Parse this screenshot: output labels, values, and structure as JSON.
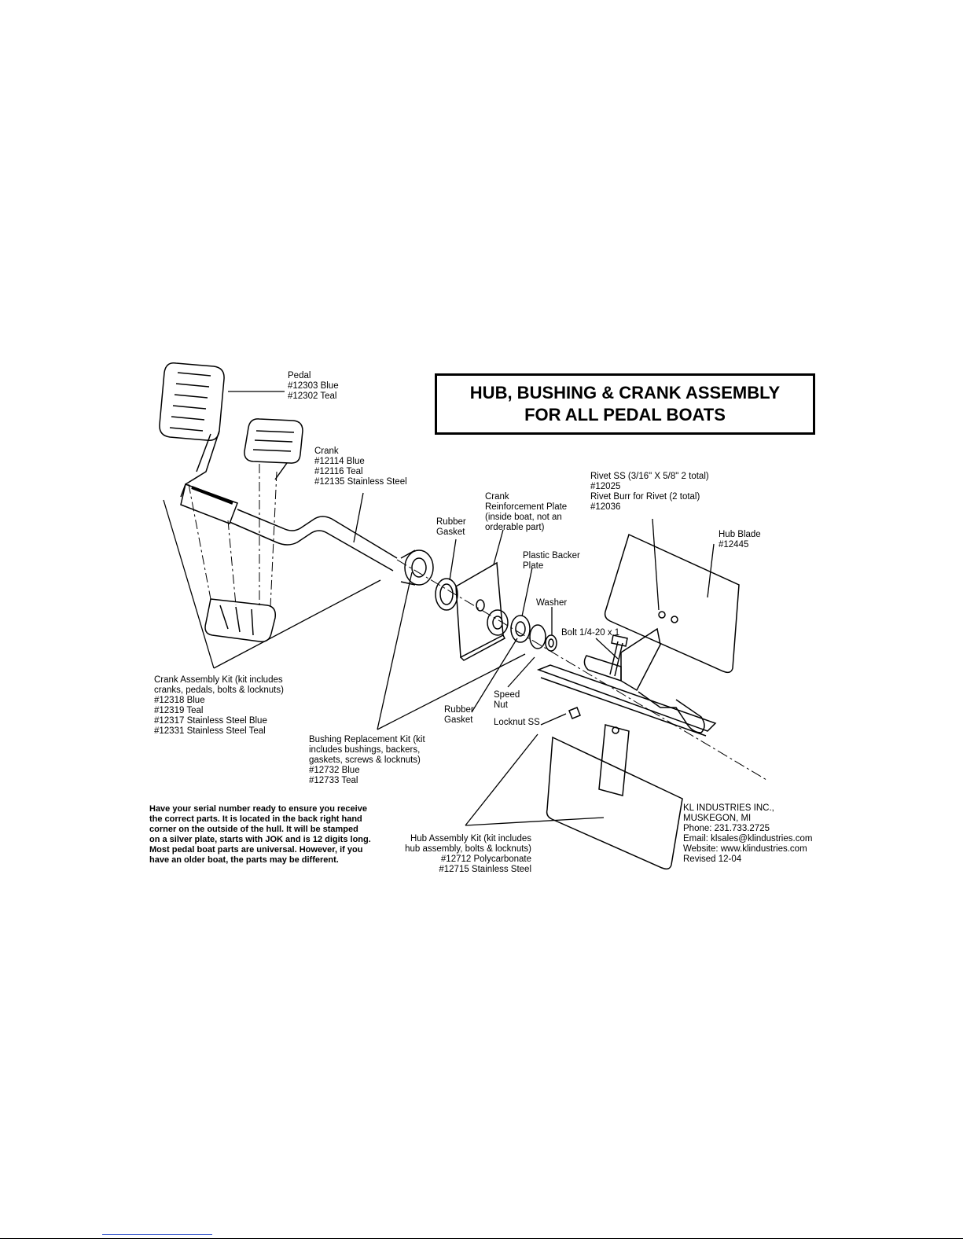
{
  "title": {
    "line1": "HUB, BUSHING & CRANK ASSEMBLY",
    "line2": "FOR ALL PEDAL BOATS"
  },
  "labels": {
    "pedal": "Pedal\n#12303 Blue\n#12302 Teal",
    "crank": "Crank\n#12114 Blue\n#12116 Teal\n#12135 Stainless Steel",
    "rubber_gasket_top": "Rubber\nGasket",
    "crank_reinforcement": "Crank\nReinforcement Plate\n(inside boat, not an\norderable part)",
    "plastic_backer": "Plastic Backer\nPlate",
    "washer": "Washer",
    "rivet": "Rivet SS (3/16\" X 5/8\"  2 total)\n#12025\nRivet Burr for Rivet (2 total)\n#12036",
    "hub_blade": "Hub Blade\n#12445",
    "bolt": "Bolt 1/4-20 x 1",
    "speed_nut": "Speed\nNut",
    "rubber_gasket_bottom": "Rubber\nGasket",
    "locknut": "Locknut SS",
    "crank_kit": "Crank Assembly Kit (kit includes\ncranks, pedals, bolts & locknuts)\n#12318 Blue\n#12319 Teal\n#12317 Stainless Steel Blue\n#12331 Stainless Steel Teal",
    "bushing_kit": "Bushing Replacement Kit (kit\nincludes bushings, backers,\ngaskets, screws & locknuts)\n#12732 Blue\n#12733 Teal",
    "serial_note": "Have your serial number ready to ensure you receive\nthe correct parts. It is located in the back right hand\ncorner on the outside of the hull.  It will be stamped\non a silver plate, starts with JOK and is 12 digits long.\nMost pedal boat parts are universal.  However, if you\nhave an older boat, the parts may be different.",
    "hub_kit": "Hub Assembly Kit (kit includes\nhub assembly, bolts & locknuts)\n#12712 Polycarbonate\n#12715 Stainless Steel",
    "company": "KL INDUSTRIES INC.,\nMUSKEGON, MI\nPhone: 231.733.2725\nEmail: klsales@klindustries.com\nWebsite:  www.klindustries.com\nRevised 12-04"
  }
}
